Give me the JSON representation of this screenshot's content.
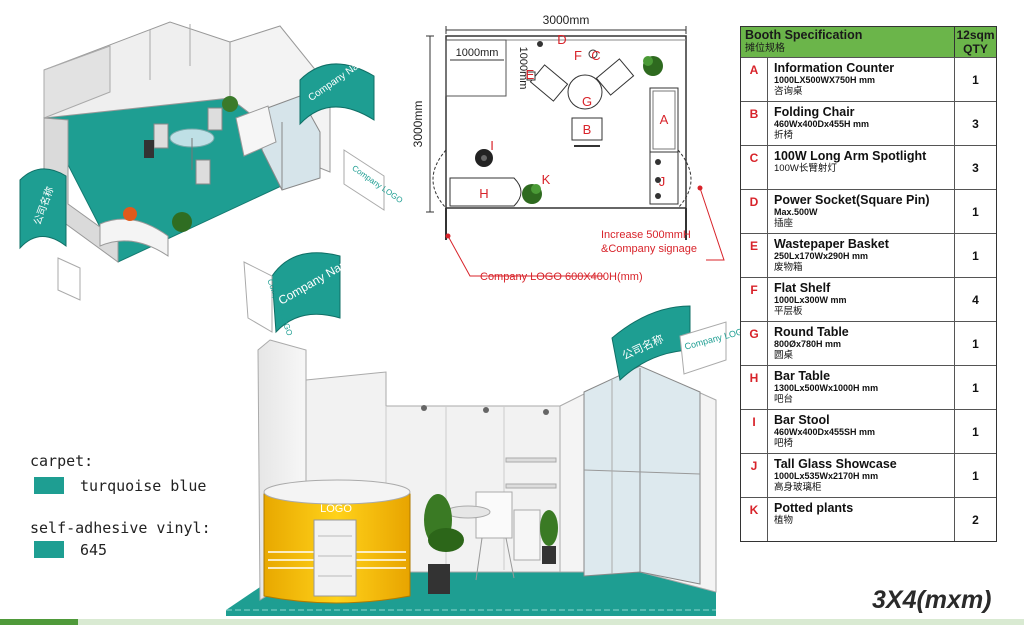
{
  "plan": {
    "dim_top": "3000mm",
    "dim_left": "3000mm",
    "dim_shelf_width": "1000mm",
    "dim_shelf_depth": "1000mm",
    "note_height": "Increase 500mmH",
    "note_signage": "&Company signage",
    "note_logo": "Company LOGO 600X400H(mm)",
    "labels": [
      "D",
      "F",
      "C",
      "E",
      "G",
      "B",
      "A",
      "I",
      "H",
      "K",
      "J"
    ]
  },
  "perspective_small": {
    "sign_text": "Company Name",
    "sign_zh": "公司名称",
    "logo_text": "Company LOGO"
  },
  "perspective_large": {
    "sign_text": "Company Name",
    "sign_zh": "公司名称",
    "counter_logo": "LOGO",
    "logo_text": "Company LOGO",
    "logo_left": "Company LOGO"
  },
  "legend": {
    "carpet_label": "carpet:",
    "carpet_value": "turquoise blue",
    "vinyl_label": "self-adhesive vinyl:",
    "vinyl_value": "645",
    "color": "#1e9e92"
  },
  "spec": {
    "title": "Booth Specification",
    "title_zh": "摊位规格",
    "qty_header_1": "12sqm",
    "qty_header_2": "QTY",
    "header_color": "#6bb54a",
    "items": [
      {
        "letter": "A",
        "name": "Information Counter",
        "dim": "1000LX500WX750H mm",
        "zh": "咨询桌",
        "qty": "1"
      },
      {
        "letter": "B",
        "name": "Folding Chair",
        "dim": "460Wx400Dx455H mm",
        "zh": "折椅",
        "qty": "3"
      },
      {
        "letter": "C",
        "name": "100W Long Arm Spotlight",
        "dim": "",
        "zh": "100W长臂射灯",
        "qty": "3"
      },
      {
        "letter": "D",
        "name": "Power Socket(Square Pin)",
        "dim": "Max.500W",
        "zh": "插座",
        "qty": "1"
      },
      {
        "letter": "E",
        "name": "Wastepaper Basket",
        "dim": "250Lx170Wx290H mm",
        "zh": "废物箱",
        "qty": "1"
      },
      {
        "letter": "F",
        "name": "Flat Shelf",
        "dim": "1000Lx300W mm",
        "zh": "平层板",
        "qty": "4"
      },
      {
        "letter": "G",
        "name": "Round Table",
        "dim": "800Øx780H mm",
        "zh": "圆桌",
        "qty": "1"
      },
      {
        "letter": "H",
        "name": "Bar Table",
        "dim": "1300Lx500Wx1000H mm",
        "zh": "吧台",
        "qty": "1"
      },
      {
        "letter": "I",
        "name": "Bar Stool",
        "dim": "460Wx400Dx455SH mm",
        "zh": "吧椅",
        "qty": "1"
      },
      {
        "letter": "J",
        "name": "Tall Glass Showcase",
        "dim": "1000Lx535Wx2170H mm",
        "zh": "高身玻璃柜",
        "qty": "1"
      },
      {
        "letter": "K",
        "name": "Potted plants",
        "dim": "",
        "zh": "植物",
        "qty": "2"
      }
    ]
  },
  "scale_label": "3X4(mxm)"
}
